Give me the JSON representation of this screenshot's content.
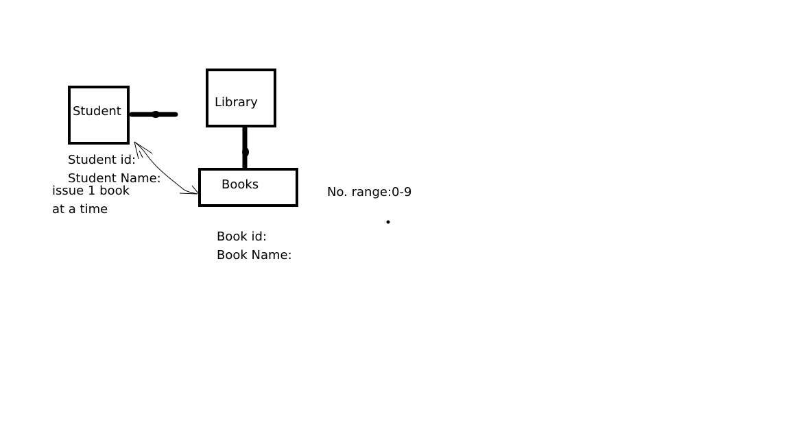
{
  "diagram": {
    "nodes": {
      "student": {
        "label": "Student"
      },
      "library": {
        "label": "Library"
      },
      "books": {
        "label": "Books"
      }
    },
    "attributes": {
      "student_id": "Student id:",
      "student_name": "Student Name:",
      "book_id": "Book id:",
      "book_name": "Book Name:"
    },
    "annotations": {
      "issue_line_1": "issue 1 book",
      "issue_line_2": "at a time",
      "range": "No. range:0-9"
    },
    "edges": [
      {
        "from": "student",
        "to": "library",
        "style": "thick"
      },
      {
        "from": "library",
        "to": "books",
        "style": "thick"
      },
      {
        "from": "books",
        "to": "student",
        "style": "thin-hand-drawn-arrow"
      }
    ]
  }
}
